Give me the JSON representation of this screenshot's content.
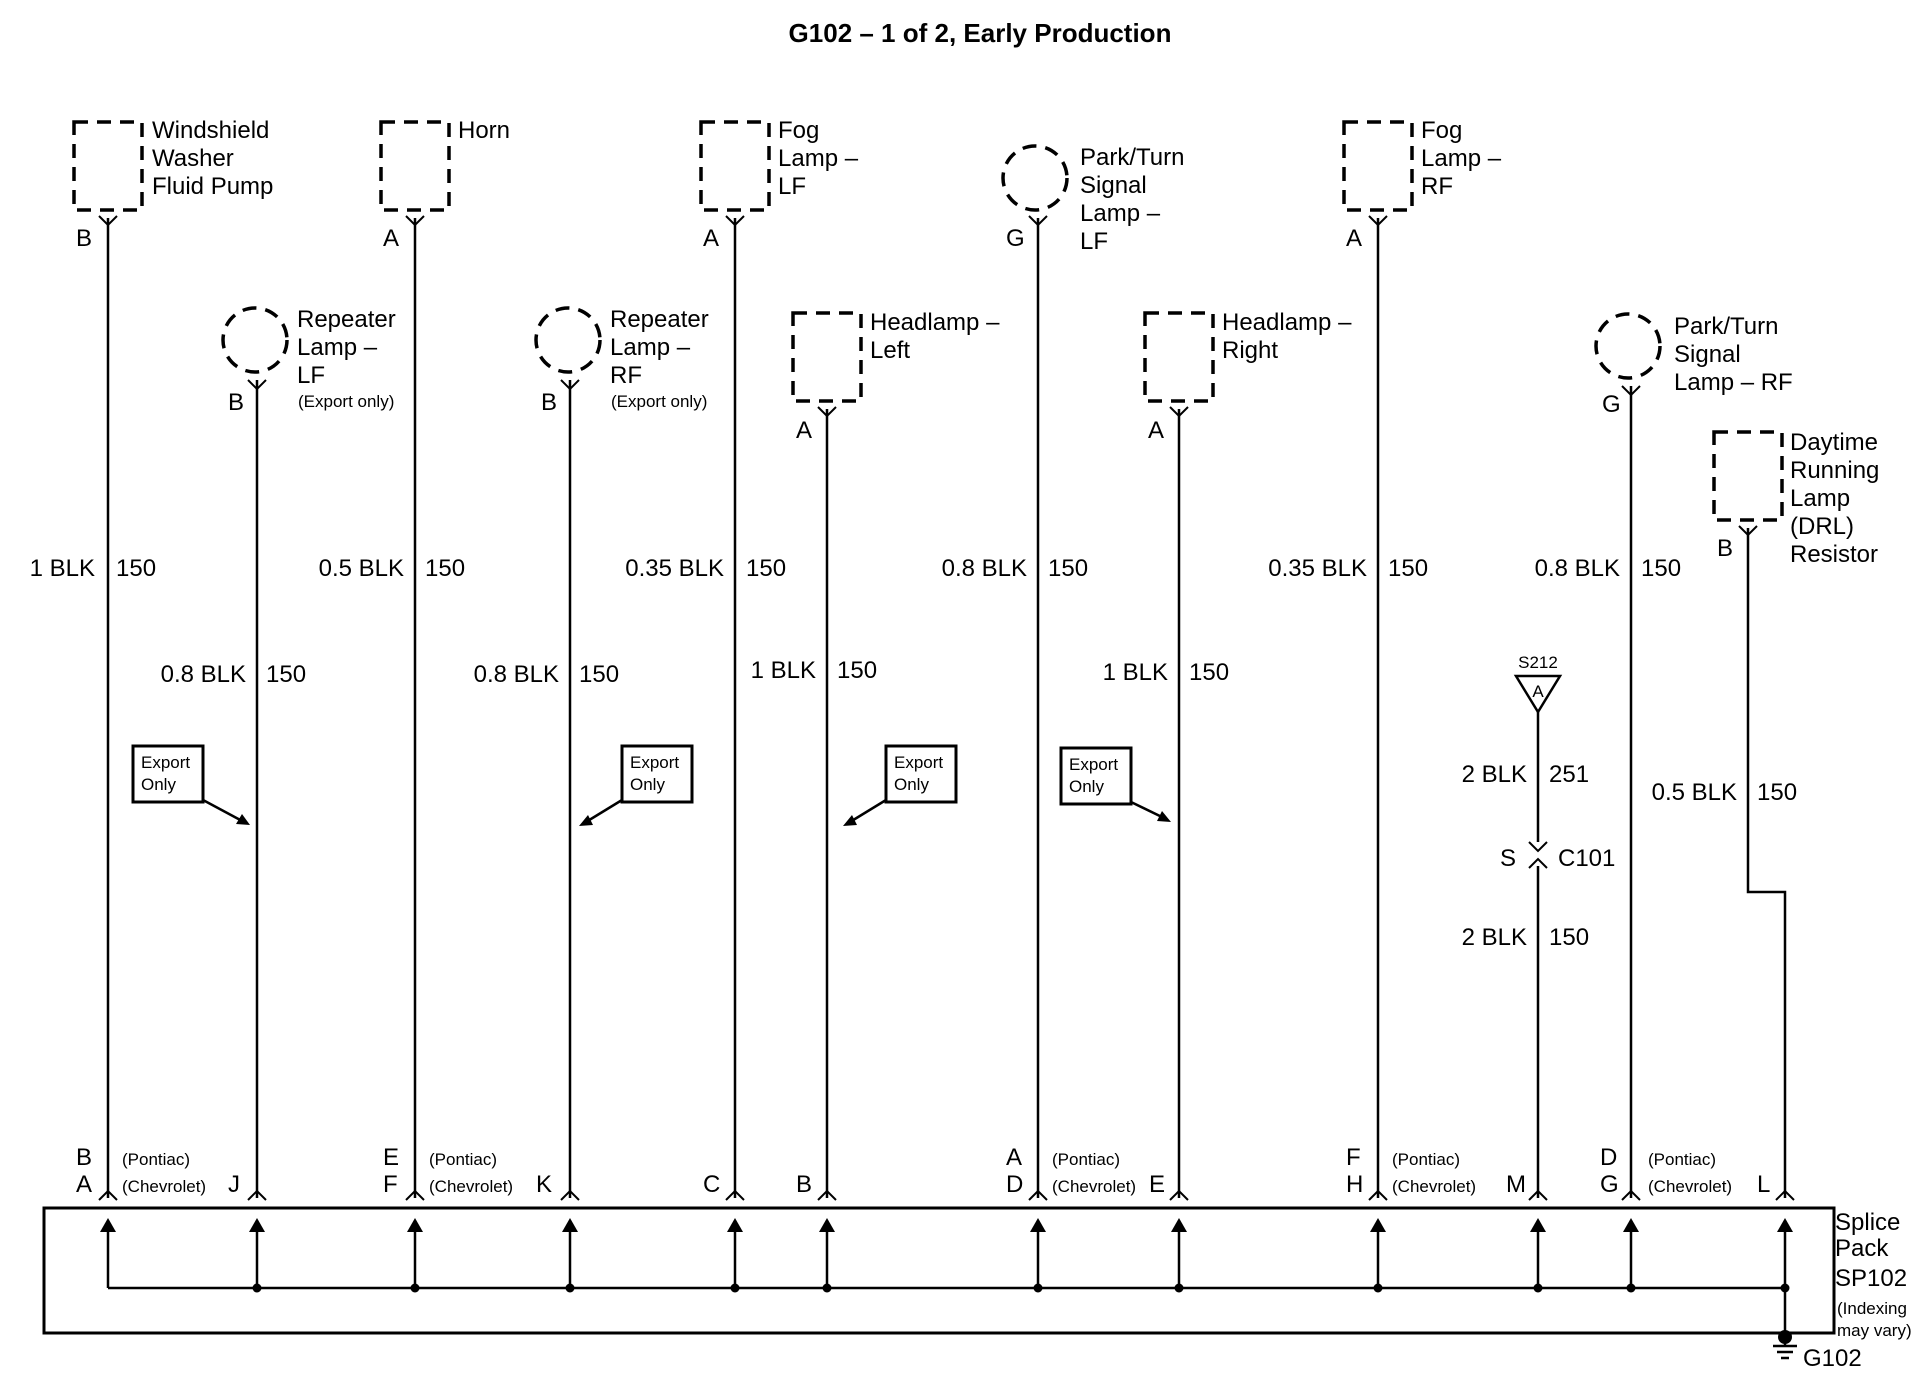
{
  "title": "G102 – 1 of 2, Early Production",
  "components": {
    "washer_pump": [
      "Windshield",
      "Washer",
      "Fluid Pump"
    ],
    "horn": [
      "Horn"
    ],
    "fog_lf": [
      "Fog",
      "Lamp –",
      "LF"
    ],
    "park_lf": [
      "Park/Turn",
      "Signal",
      "Lamp –",
      "LF"
    ],
    "fog_rf": [
      "Fog",
      "Lamp –",
      "RF"
    ],
    "repeater_lf": [
      "Repeater",
      "Lamp –",
      "LF"
    ],
    "repeater_rf": [
      "Repeater",
      "Lamp –",
      "RF"
    ],
    "headlamp_left": [
      "Headlamp –",
      "Left"
    ],
    "headlamp_right": [
      "Headlamp –",
      "Right"
    ],
    "park_rf": [
      "Park/Turn",
      "Signal",
      "Lamp – RF"
    ],
    "drl": [
      "Daytime",
      "Running",
      "Lamp",
      "(DRL)",
      "Resistor"
    ]
  },
  "export_only_note": "(Export only)",
  "export_only_box": [
    "Export",
    "Only"
  ],
  "pins_top": {
    "washer": "B",
    "repeater_lf": "B",
    "horn": "A",
    "repeater_rf": "B",
    "fog_lf": "A",
    "head_left": "A",
    "park_lf": "G",
    "head_right": "A",
    "fog_rf": "A",
    "park_rf": "G",
    "drl": "B"
  },
  "wires": {
    "w1": [
      "1 BLK",
      "150"
    ],
    "w2": [
      "0.8 BLK",
      "150"
    ],
    "w3": [
      "0.5 BLK",
      "150"
    ],
    "w4": [
      "0.8 BLK",
      "150"
    ],
    "w5": [
      "0.35 BLK",
      "150"
    ],
    "w6": [
      "1 BLK",
      "150"
    ],
    "w7": [
      "0.8 BLK",
      "150"
    ],
    "w8": [
      "1 BLK",
      "150"
    ],
    "w9": [
      "0.35 BLK",
      "150"
    ],
    "w10a": [
      "2 BLK",
      "251"
    ],
    "w10b": [
      "2 BLK",
      "150"
    ],
    "w11": [
      "0.8 BLK",
      "150"
    ],
    "w12": [
      "0.5 BLK",
      "150"
    ]
  },
  "splice": {
    "name": "S212",
    "pin": "A"
  },
  "connector": {
    "pin": "S",
    "name": "C101"
  },
  "pins_bottom": {
    "c1_p": "B",
    "c1_c": "A",
    "j": "J",
    "c3_p": "E",
    "c3_c": "F",
    "k": "K",
    "c": "C",
    "b": "B",
    "c7_p": "A",
    "c7_c": "D",
    "e": "E",
    "c9_p": "F",
    "c9_c": "H",
    "m": "M",
    "c11_p": "D",
    "c11_c": "G",
    "l": "L"
  },
  "pontiac": "(Pontiac)",
  "chevrolet": "(Chevrolet)",
  "splice_pack": [
    "Splice",
    "Pack",
    "SP102",
    "(Indexing",
    "may vary)"
  ],
  "ground": "G102"
}
